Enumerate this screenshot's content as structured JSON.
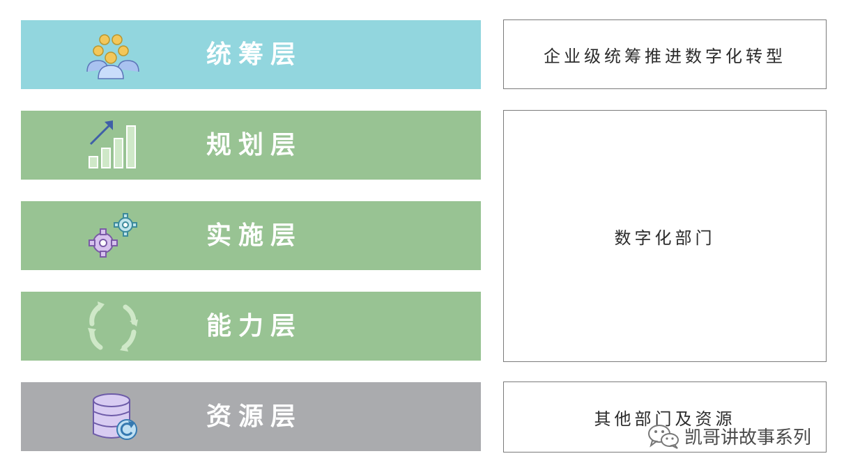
{
  "layers": [
    {
      "label": "统筹层",
      "icon": "people-group-icon",
      "color": "#92D6DE"
    },
    {
      "label": "规划层",
      "icon": "growth-chart-icon",
      "color": "#98C393"
    },
    {
      "label": "实施层",
      "icon": "gears-icon",
      "color": "#98C393"
    },
    {
      "label": "能力层",
      "icon": "cycle-arrows-icon",
      "color": "#98C393"
    },
    {
      "label": "资源层",
      "icon": "database-refresh-icon",
      "color": "#AAABAE"
    }
  ],
  "owners": [
    {
      "label": "企业级统筹推进数字化转型"
    },
    {
      "label": "数字化部门"
    },
    {
      "label": "其他部门及资源"
    }
  ],
  "watermark": {
    "text": "凯哥讲故事系列",
    "icon": "wechat-icon"
  }
}
